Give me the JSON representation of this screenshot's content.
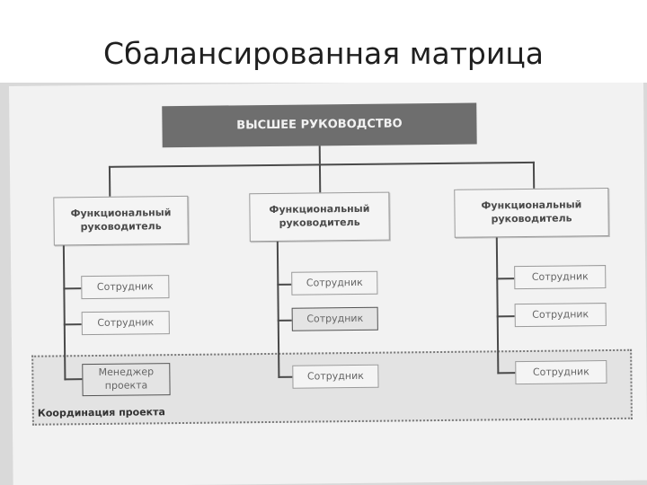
{
  "title": "Сбалансированная матрица",
  "top": "ВЫСШЕЕ РУКОВОДСТВО",
  "columns": [
    {
      "manager": "Функциональный руководитель",
      "items": [
        "Сотрудник",
        "Сотрудник",
        "Менеджер проекта"
      ]
    },
    {
      "manager": "Функциональный руководитель",
      "items": [
        "Сотрудник",
        "Сотрудник",
        "Сотрудник"
      ]
    },
    {
      "manager": "Функциональный руководитель",
      "items": [
        "Сотрудник",
        "Сотрудник",
        "Сотрудник"
      ]
    }
  ],
  "coordination_label": "Координация проекта"
}
